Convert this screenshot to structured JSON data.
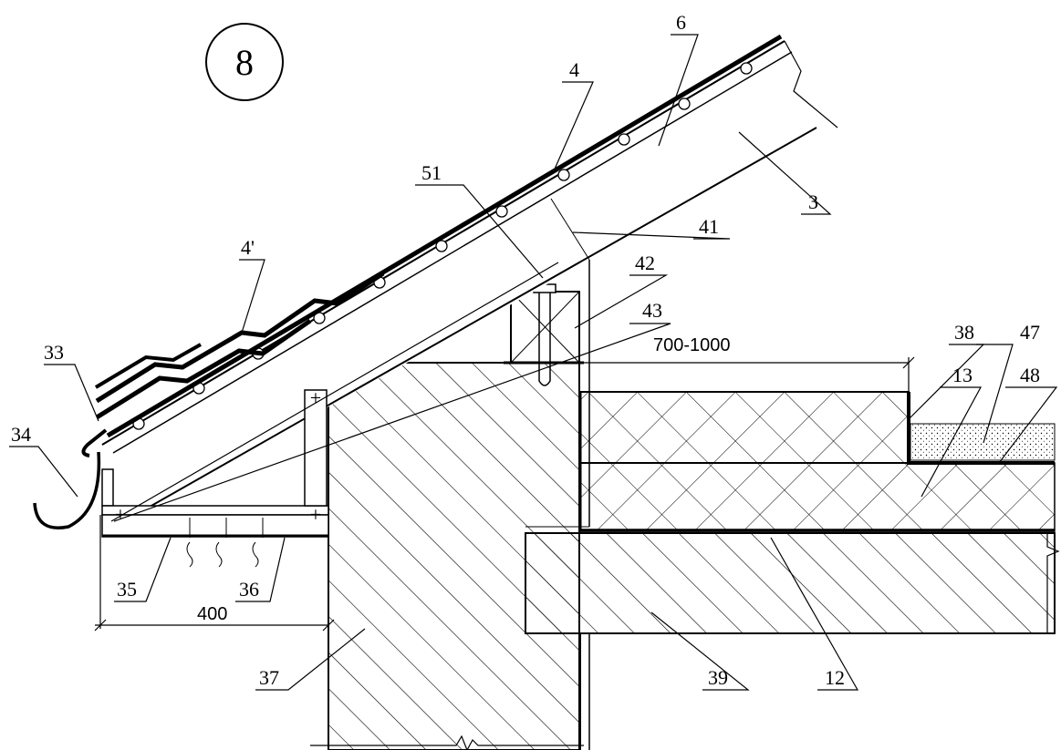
{
  "detail_number": "8",
  "callouts": [
    {
      "id": "c6",
      "text": "6"
    },
    {
      "id": "c4",
      "text": "4"
    },
    {
      "id": "c3",
      "text": "3"
    },
    {
      "id": "c51",
      "text": "51"
    },
    {
      "id": "c41",
      "text": "41"
    },
    {
      "id": "c4p",
      "text": "4'"
    },
    {
      "id": "c42",
      "text": "42"
    },
    {
      "id": "c43",
      "text": "43"
    },
    {
      "id": "c33",
      "text": "33"
    },
    {
      "id": "c34",
      "text": "34"
    },
    {
      "id": "c38",
      "text": "38"
    },
    {
      "id": "c47",
      "text": "47"
    },
    {
      "id": "c13",
      "text": "13"
    },
    {
      "id": "c48",
      "text": "48"
    },
    {
      "id": "c35",
      "text": "35"
    },
    {
      "id": "c36",
      "text": "36"
    },
    {
      "id": "c37",
      "text": "37"
    },
    {
      "id": "c39",
      "text": "39"
    },
    {
      "id": "c12",
      "text": "12"
    }
  ],
  "dimensions": {
    "ridge_gap": "700-1000",
    "eave_width": "400"
  }
}
